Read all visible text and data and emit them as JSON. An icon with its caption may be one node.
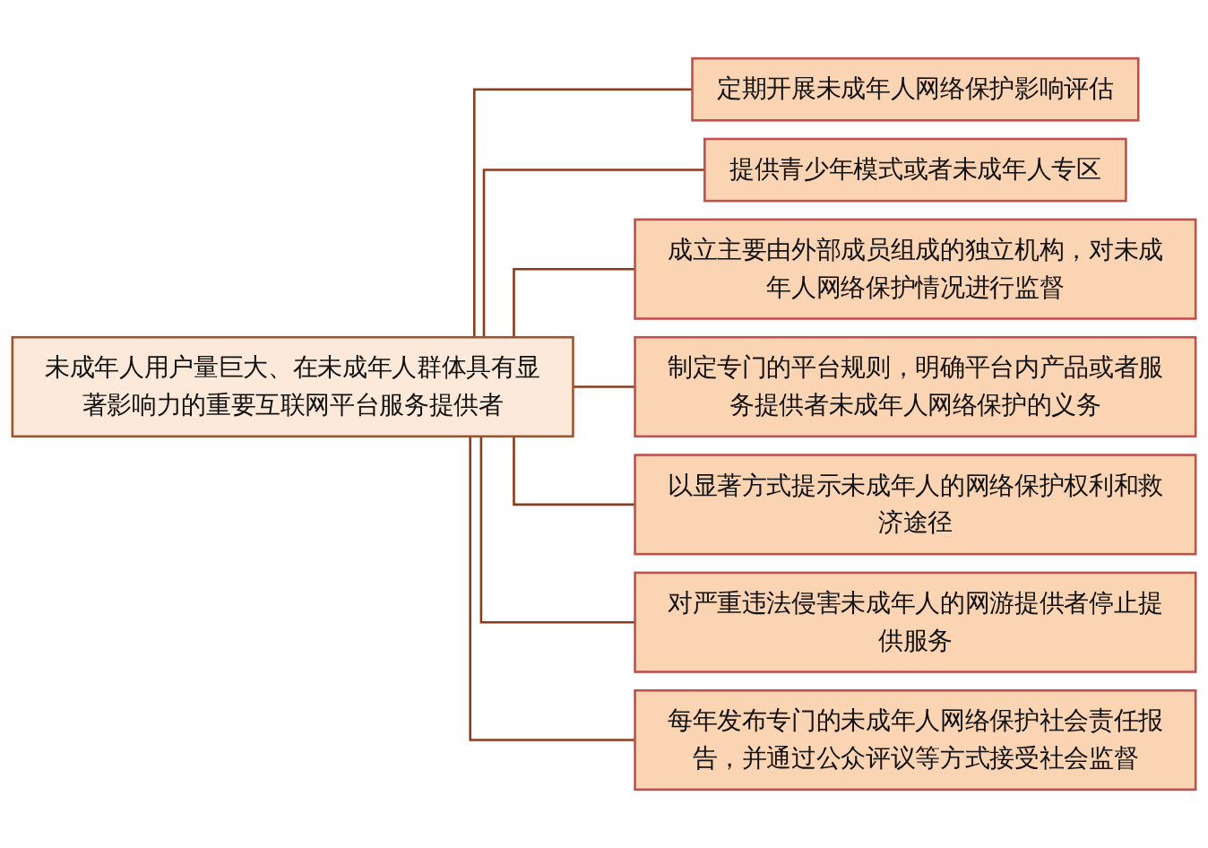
{
  "diagram": {
    "nodes": [
      {
        "text": [
          "未成年人用户量巨大、在未成年人群体具有显著影响力的重要互联网平台服务提供者"
        ]
      },
      {
        "text": [
          "定期开展未成年人网络保护影响评估"
        ]
      },
      {
        "text": [
          "提供青少年模式或者未成年人专区"
        ]
      },
      {
        "text": [
          "成立主要由外部成员组成的独立机构，对未成年人网络保护情况进行监督"
        ]
      },
      {
        "text": [
          "制定专门的平台规则，明确平台内产品或者服务提供者未成年人网络保护的义务"
        ]
      },
      {
        "text": [
          "以显著方式提示未成年人的网络保护权利和救济途径"
        ]
      },
      {
        "text": [
          "对严重违法侵害未成年人的网游提供者停止提供服务"
        ]
      },
      {
        "text": [
          "每年发布专门的未成年人网络保护社会责任报告，并通过公众评议等方式接受社会监督"
        ]
      }
    ],
    "edges": [
      {
        "from": 0,
        "to": 1,
        "arrow": "none"
      },
      {
        "from": 0,
        "to": 2,
        "arrow": "none"
      },
      {
        "from": 0,
        "to": 3,
        "arrow": "none"
      },
      {
        "from": 0,
        "to": 4,
        "arrow": "none"
      },
      {
        "from": 0,
        "to": 5,
        "arrow": "none"
      },
      {
        "from": 0,
        "to": 6,
        "arrow": "none"
      },
      {
        "from": 0,
        "to": 7,
        "arrow": "none"
      }
    ]
  }
}
